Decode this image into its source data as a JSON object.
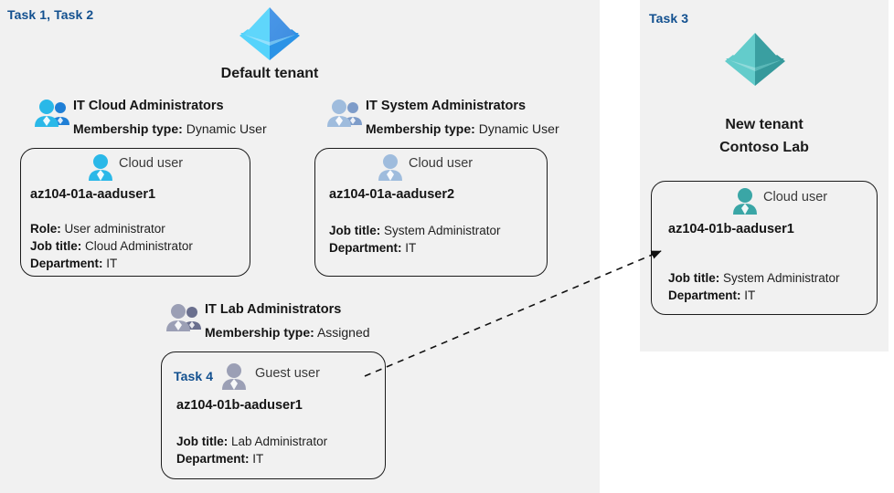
{
  "panels": {
    "left": {
      "name": "default-tenant-panel",
      "bg": "#f1f1f1"
    },
    "right": {
      "name": "new-tenant-panel",
      "bg": "#f1f1f1"
    }
  },
  "accent": {
    "task_label_color": "#12508f",
    "tenant_blue": "#32b0f0",
    "tenant_teal": "#4ab8b8",
    "card_border": "#1b1b1b"
  },
  "task_labels": {
    "left": "Task 1, Task 2",
    "right": "Task 3",
    "guest": "Task 4"
  },
  "tenants": {
    "default": {
      "title": "Default tenant",
      "icon": "azure-tenant-icon"
    },
    "new": {
      "title_line1": "New  tenant",
      "title_line2": "Contoso Lab",
      "icon": "azure-tenant-icon"
    }
  },
  "groups": [
    {
      "id": "it-cloud-administrators",
      "name": "IT Cloud Administrators",
      "membership_label": "Membership type:",
      "membership_value": "Dynamic User",
      "icon": "group-users-icon"
    },
    {
      "id": "it-system-administrators",
      "name": "IT System Administrators",
      "membership_label": "Membership type:",
      "membership_value": "Dynamic User",
      "icon": "group-users-icon"
    },
    {
      "id": "it-lab-administrators",
      "name": "IT Lab Administrators",
      "membership_label": "Membership type:",
      "membership_value": "Assigned",
      "icon": "group-users-icon"
    }
  ],
  "cards": {
    "cloud_user_1": {
      "type": "Cloud user",
      "icon": "cloud-user-icon",
      "username": "az104-01a-aaduser1",
      "attrs": [
        {
          "label": "Role:",
          "value": "User administrator"
        },
        {
          "label": "Job title:",
          "value": "Cloud Administrator"
        },
        {
          "label": "Department:",
          "value": "IT"
        }
      ]
    },
    "cloud_user_2": {
      "type": "Cloud user",
      "icon": "cloud-user-icon",
      "username": "az104-01a-aaduser2",
      "attrs": [
        {
          "label": "Job title:",
          "value": "System Administrator"
        },
        {
          "label": "Department:",
          "value": "IT"
        }
      ]
    },
    "guest_user": {
      "type": "Guest user",
      "icon": "guest-user-icon",
      "username": "az104-01b-aaduser1",
      "attrs": [
        {
          "label": "Job title:",
          "value": "Lab Administrator"
        },
        {
          "label": "Department:",
          "value": "IT"
        }
      ]
    },
    "cloud_user_3": {
      "type": "Cloud user",
      "icon": "cloud-user-icon",
      "username": "az104-01b-aaduser1",
      "attrs": [
        {
          "label": "Job title:",
          "value": "System Administrator"
        },
        {
          "label": "Department:",
          "value": "IT"
        }
      ]
    }
  },
  "connector": {
    "name": "guest-invite-arrow",
    "style": "dashed",
    "from": "guest-user-card",
    "to": "new-tenant-cloud-user-card"
  }
}
